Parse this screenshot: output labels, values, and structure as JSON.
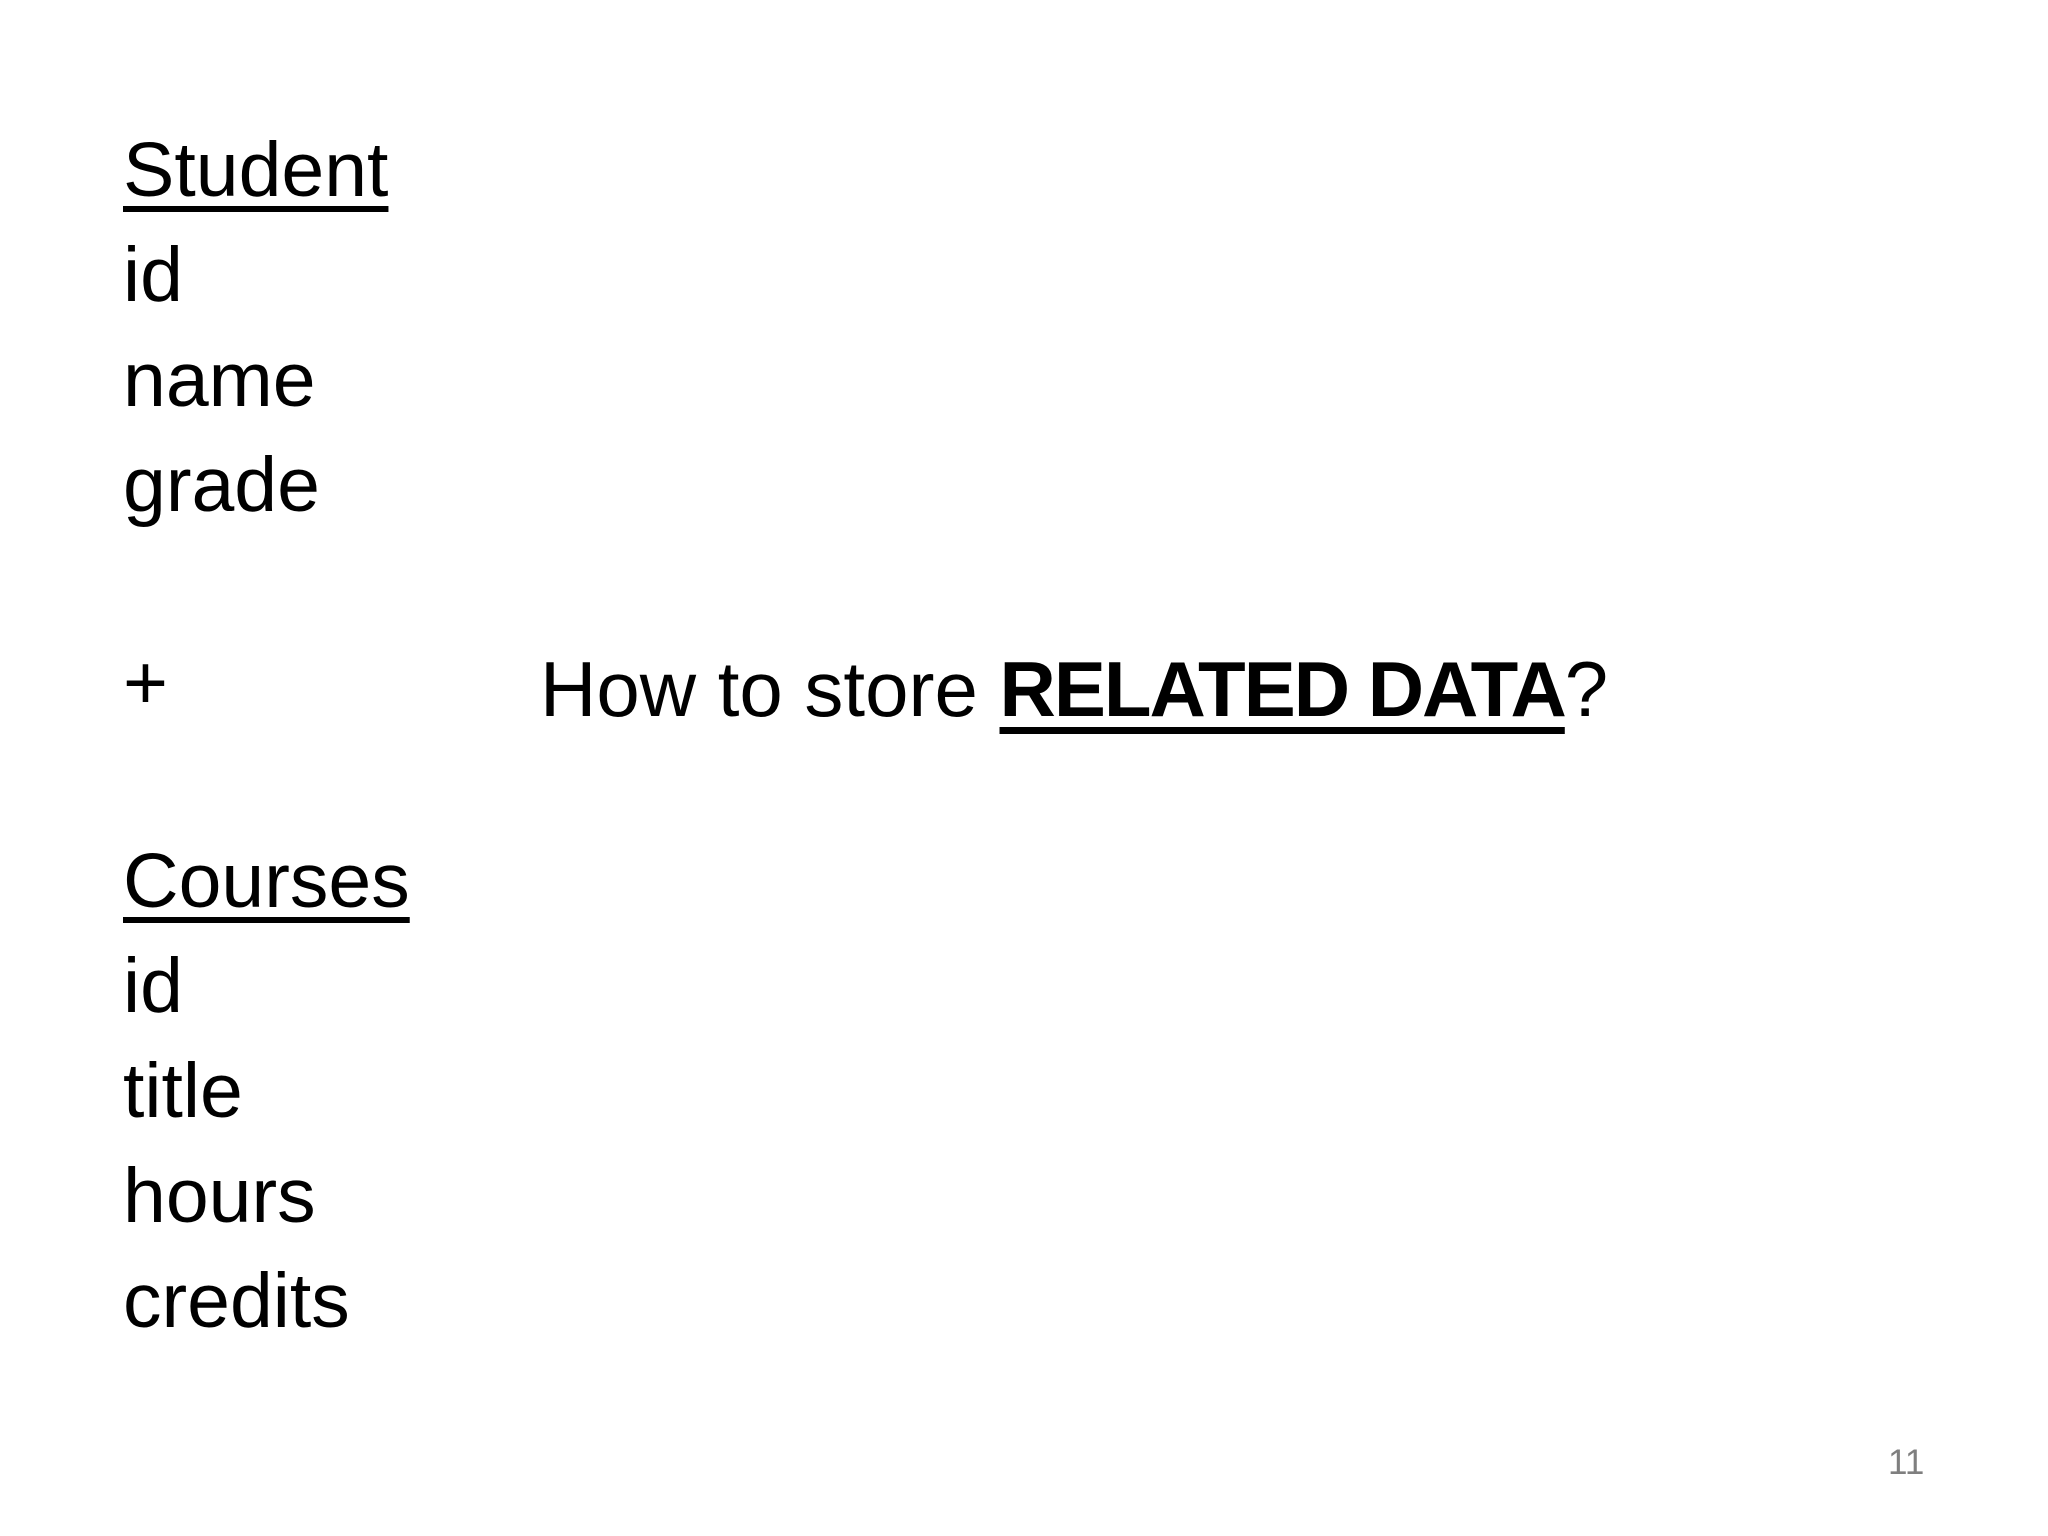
{
  "slide": {
    "student": {
      "title": "Student",
      "fields": [
        "id",
        "name",
        "grade"
      ]
    },
    "operator": "+",
    "courses": {
      "title": "Courses",
      "fields": [
        "id",
        "title",
        "hours",
        "credits"
      ]
    },
    "headline": {
      "prefix": "How to store ",
      "emphasis": "RELATED DATA",
      "suffix": "?"
    },
    "page_number": "11",
    "colors": {
      "text": "#000000",
      "page_number": "#7f7f7f",
      "background": "#ffffff"
    }
  }
}
